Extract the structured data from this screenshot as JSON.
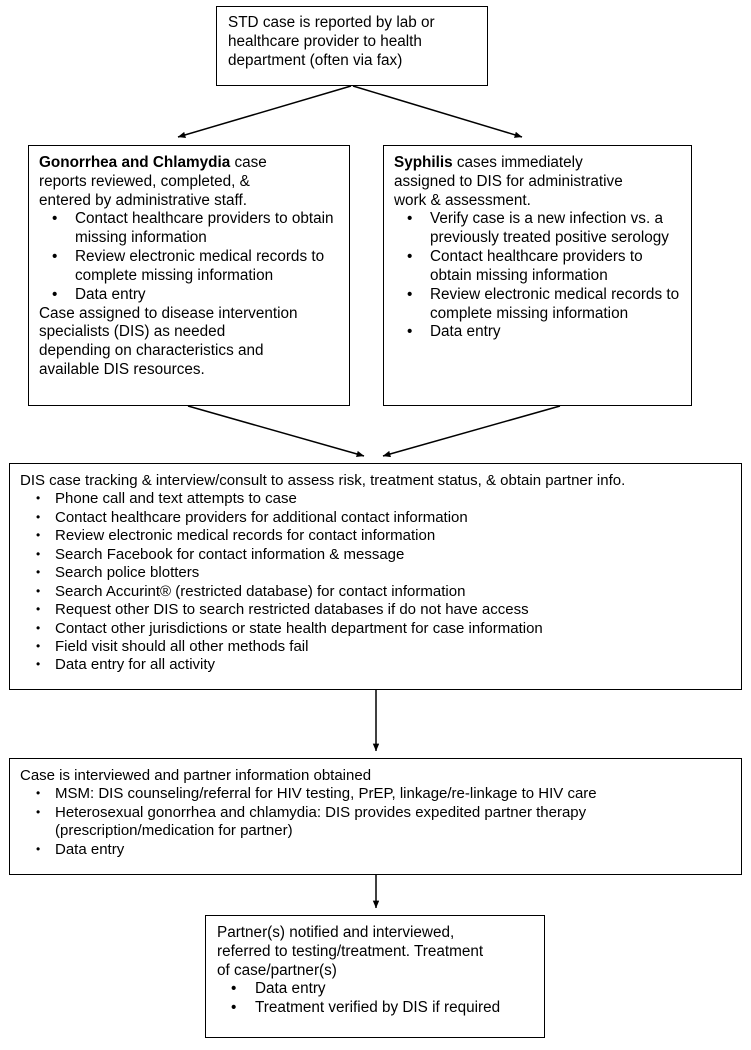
{
  "diagram": {
    "title_present": false,
    "stroke_color": "#000000",
    "fill_color": "#ffffff",
    "nodes": {
      "report": {
        "lines": [
          "STD case is reported by lab or",
          "healthcare provider to health",
          "department (often via fax)"
        ]
      },
      "gonorrhea_chlamydia": {
        "heading_bold": "Gonorrhea and Chlamydia",
        "heading_rest": " case",
        "heading_lines": [
          "reports reviewed, completed, &",
          "entered by administrative staff."
        ],
        "bullets": [
          "Contact healthcare providers to obtain missing information",
          "Review electronic medical records to complete missing information",
          "Data entry"
        ],
        "footer_lines": [
          "Case assigned to disease intervention",
          "specialists (DIS) as needed",
          "depending on characteristics and",
          "available DIS resources."
        ]
      },
      "syphilis": {
        "heading_bold": "Syphilis",
        "heading_rest": " cases immediately",
        "heading_lines": [
          "assigned to DIS for administrative",
          "work & assessment."
        ],
        "bullets": [
          "Verify case is a new infection vs. a previously treated positive serology",
          "Contact healthcare providers to obtain missing information",
          "Review electronic medical records to complete missing information",
          "Data entry"
        ]
      },
      "dis_tracking": {
        "heading": "DIS case tracking & interview/consult to assess risk, treatment status, & obtain partner info.",
        "bullets": [
          "Phone call and text attempts to case",
          "Contact healthcare providers for additional contact information",
          "Review electronic medical records for contact information",
          "Search Facebook for contact information & message",
          "Search police blotters",
          "Search Accurint® (restricted database) for contact information",
          "Request other DIS to search restricted databases if do not have access",
          "Contact other jurisdictions or state health department for case information",
          "Field visit should all other methods fail",
          "Data entry for all activity"
        ]
      },
      "interview": {
        "heading": "Case is interviewed and partner information obtained",
        "bullets": [
          "MSM: DIS counseling/referral for HIV testing, PrEP, linkage/re-linkage to HIV care",
          "Heterosexual gonorrhea and chlamydia: DIS provides expedited partner therapy (prescription/medication for partner)",
          "Data entry"
        ]
      },
      "partner_notification": {
        "heading_lines": [
          "Partner(s) notified and interviewed,",
          "referred to testing/treatment. Treatment",
          "of case/partner(s)"
        ],
        "bullets": [
          "Data entry",
          "Treatment verified by DIS if required"
        ]
      }
    },
    "bullet_glyph": "•",
    "connectors": [
      {
        "from": "report",
        "to": "gonorrhea_chlamydia",
        "kind": "split-arrow"
      },
      {
        "from": "report",
        "to": "syphilis",
        "kind": "split-arrow"
      },
      {
        "from": "gonorrhea_chlamydia",
        "to": "dis_tracking",
        "kind": "merge-arrow"
      },
      {
        "from": "syphilis",
        "to": "dis_tracking",
        "kind": "merge-arrow"
      },
      {
        "from": "dis_tracking",
        "to": "interview",
        "kind": "straight-arrow"
      },
      {
        "from": "interview",
        "to": "partner_notification",
        "kind": "straight-arrow"
      }
    ]
  }
}
